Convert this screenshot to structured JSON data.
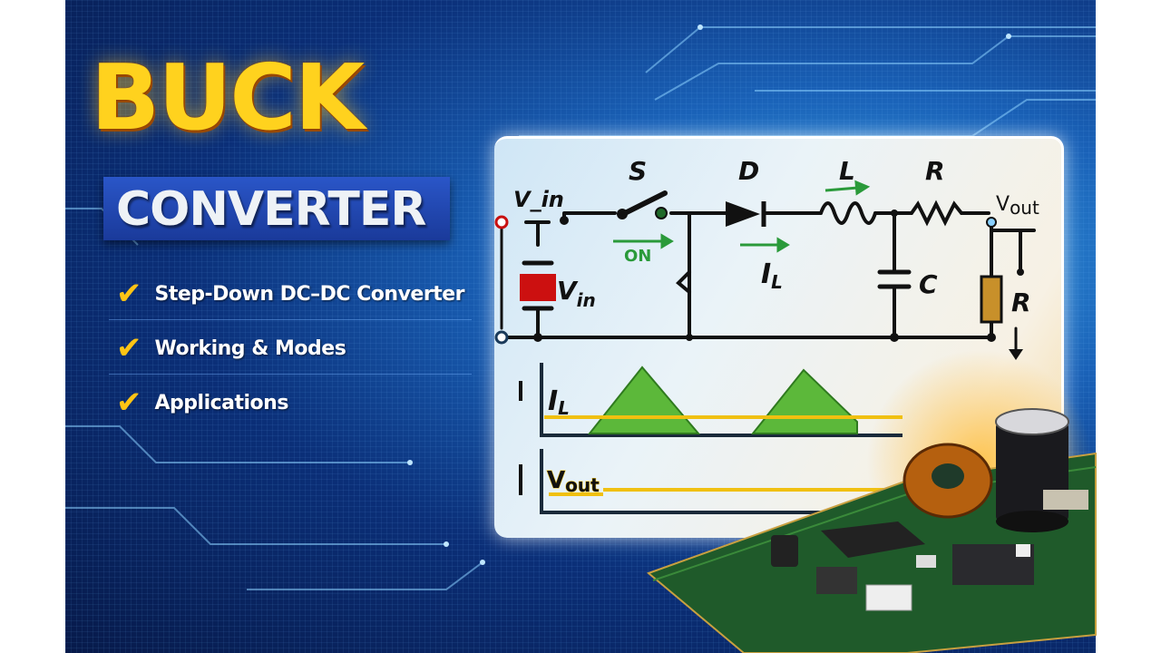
{
  "title": {
    "line1": "BUCK",
    "line2": "CONVERTER"
  },
  "bullets": [
    {
      "icon": "check-icon",
      "text": "Step-Down DC–DC Converter"
    },
    {
      "icon": "check-icon",
      "text": "Working & Modes"
    },
    {
      "icon": "check-icon",
      "text": "Applications"
    }
  ],
  "circuit": {
    "vin_top": "V_in",
    "vin_source": "V",
    "vin_source_sub": "in",
    "switch": "S",
    "on": "ON",
    "diode": "D",
    "inductor": "L",
    "current": "I",
    "current_sub": "L",
    "series_resistor": "R",
    "vout": "V",
    "vout_sub": "out",
    "capacitor": "C",
    "load_resistor": "R"
  },
  "waveforms": {
    "il_label": "I",
    "il_sub": "L",
    "vout_label": "V",
    "vout_sub": "out"
  },
  "colors": {
    "title": "#ffd21e",
    "check": "#ffc414",
    "arrow": "#2a9a3a",
    "triangle": "#5cb83a",
    "trace": "#f0c010",
    "source": "#cc1010",
    "load": "#c8902a"
  }
}
